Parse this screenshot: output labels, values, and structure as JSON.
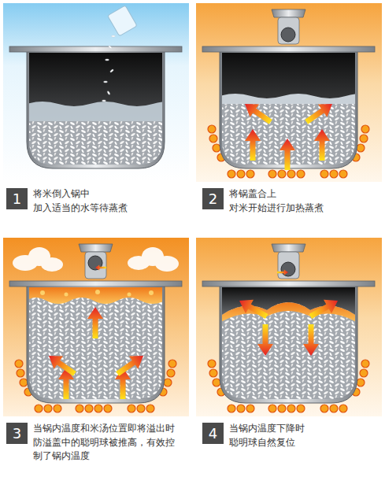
{
  "diagram": {
    "nodes": [
      {
        "text": [
          "1"
        ]
      },
      {
        "text": [
          "2"
        ]
      },
      {
        "text": [
          "3"
        ]
      },
      {
        "text": [
          "4"
        ]
      }
    ],
    "labels": [
      "将米倒入锅中",
      "加入适当的水等待蒸煮",
      "将锅盖合上",
      "对米开始进行加热蒸煮",
      "当锅内温度和米汤位置即将溢出时",
      "防溢盖中的聪明球被推高，有效控制了锅内温度",
      "当锅内温度下降时",
      "聪明球自然复位"
    ]
  }
}
